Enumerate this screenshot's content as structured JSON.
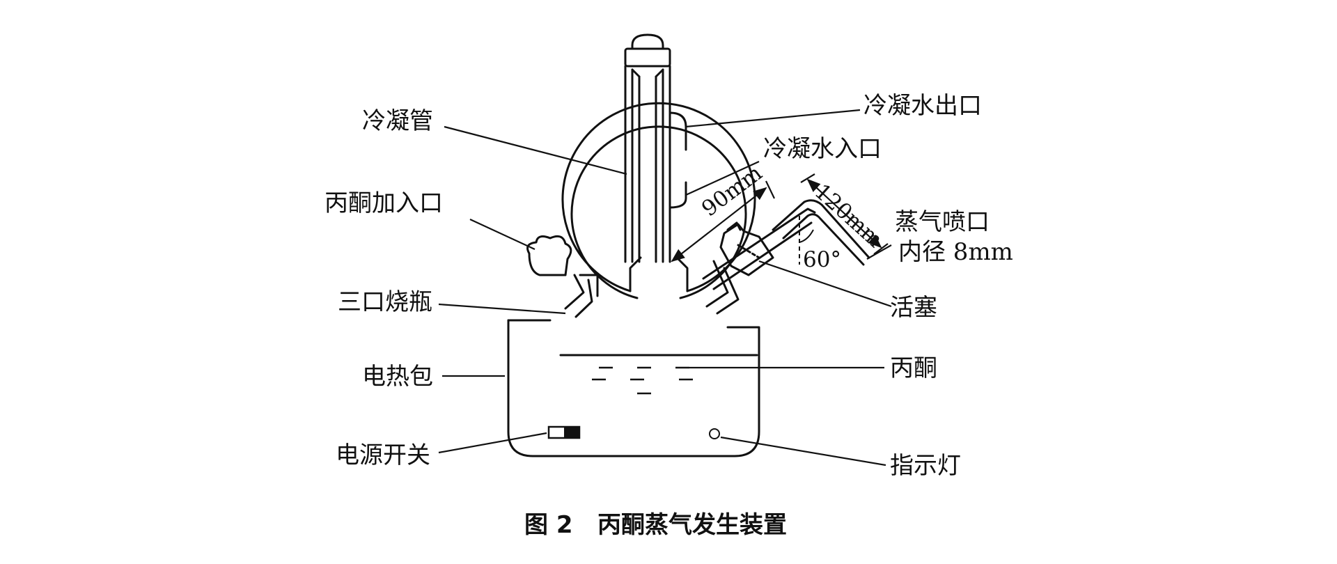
{
  "labels": {
    "condenser": "冷凝管",
    "cooling_water_outlet": "冷凝水出口",
    "cooling_water_inlet": "冷凝水入口",
    "acetone_inlet": "丙酮加入口",
    "three_neck_flask": "三口烧瓶",
    "heating_mantle": "电热包",
    "power_switch": "电源开关",
    "acetone": "丙酮",
    "indicator_light": "指示灯",
    "stopcock": "活塞",
    "steam_nozzle": "蒸气喷口",
    "inner_diameter": "内径 8mm"
  },
  "dimensions": {
    "length_90": "90mm",
    "length_120": "120mm",
    "angle": "60°"
  },
  "caption": {
    "figure_number": "图 2",
    "title": "丙酮蒸气发生装置"
  }
}
